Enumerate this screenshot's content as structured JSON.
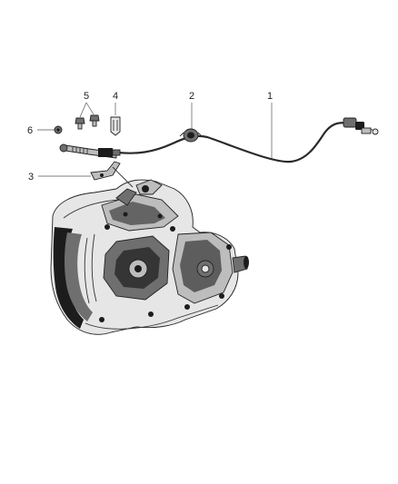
{
  "callouts": [
    {
      "id": "1",
      "label": "1"
    },
    {
      "id": "2",
      "label": "2"
    },
    {
      "id": "3",
      "label": "3"
    },
    {
      "id": "4",
      "label": "4"
    },
    {
      "id": "5",
      "label": "5"
    },
    {
      "id": "6",
      "label": "6"
    }
  ],
  "colors": {
    "line": "#2a2a2a",
    "background": "#ffffff",
    "shade_dark": "#1c1c1c",
    "shade_light": "#bdbdbd"
  }
}
